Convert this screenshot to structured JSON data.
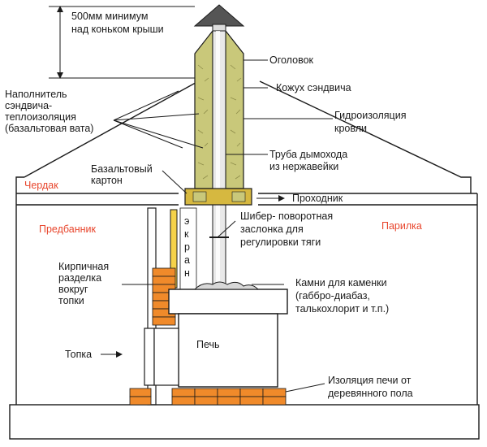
{
  "labels": {
    "height_line1": "500мм минимум",
    "height_line2": "над коньком крыши",
    "head": "Оголовок",
    "filler_line1": "Наполнитель",
    "filler_line2": "сэндвича-",
    "filler_line3": "теплоизоляция",
    "filler_line4": "(базальтовая вата)",
    "casing": "Кожух сэндвича",
    "waterproof_line1": "Гидроизоляция",
    "waterproof_line2": "кровли",
    "pipe_line1": "Труба дымохода",
    "pipe_line2": "из нержавейки",
    "basalt_line1": "Базальтовый",
    "basalt_line2": "картон",
    "attic": "Чердак",
    "passage": "Проходник",
    "anteroom": "Предбанник",
    "steamroom": "Парилка",
    "damper_line1": "Шибер- поворотная",
    "damper_line2": "заслонка для",
    "damper_line3": "регулировки тяги",
    "screen_e": "э",
    "screen_k": "к",
    "screen_r": "р",
    "screen_a": "а",
    "screen_n": "н",
    "brick_line1": "Кирпичная",
    "brick_line2": "разделка",
    "brick_line3": "вокруг",
    "brick_line4": "топки",
    "stones_line1": "Камни для каменки",
    "stones_line2": "(габбро-диабаз,",
    "stones_line3": "талькохлорит и т.п.)",
    "firebox": "Топка",
    "stove": "Печь",
    "insul_line1": "Изоляция печи от",
    "insul_line2": "деревянного пола"
  },
  "colors": {
    "insulation": "#c9c87a",
    "brick": "#f08a2a",
    "screen": "#f5d24a",
    "red_label": "#e8452c",
    "line": "#1a1a1a"
  }
}
